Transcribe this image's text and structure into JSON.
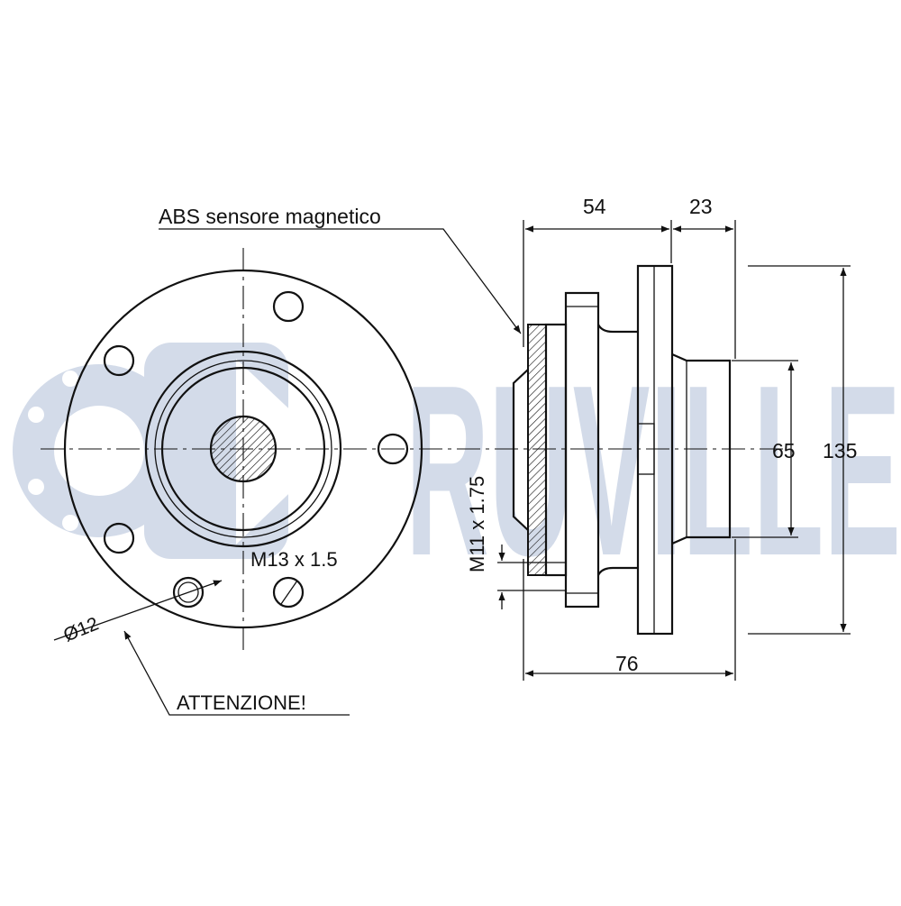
{
  "labels": {
    "abs_sensor": "ABS sensore magnetico",
    "warning": "ATTENZIONE!",
    "wheel_thread": "M13 x 1.5",
    "hole_diameter": "Ø12",
    "stub_thread": "M11 x 1.75"
  },
  "dimensions": {
    "flange_depth": "54",
    "hub_protrusion": "23",
    "total_width": "76",
    "pilot_diameter": "65",
    "flange_diameter": "135"
  },
  "watermark": {
    "text": "RUVILLE",
    "color": "#d3dbe9"
  },
  "colors": {
    "line": "#111111",
    "background": "#ffffff"
  }
}
